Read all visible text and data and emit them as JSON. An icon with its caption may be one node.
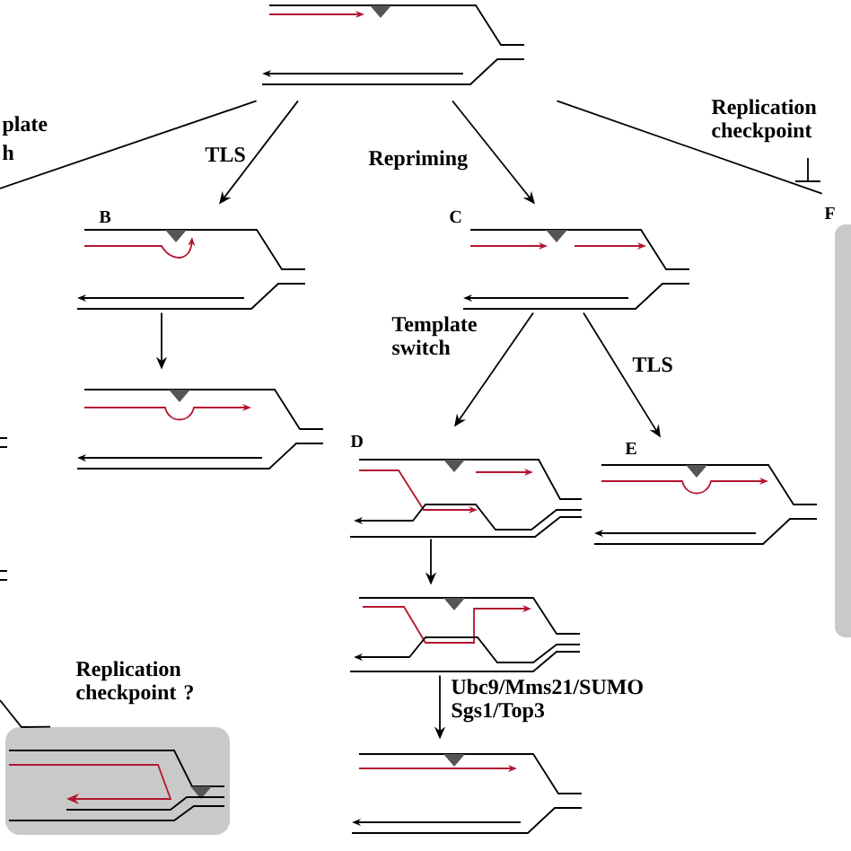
{
  "diagram": {
    "nodes": [
      {
        "text": [],
        "shape": "picture"
      },
      {
        "text": [
          "B"
        ]
      },
      {
        "text": [
          "C"
        ]
      },
      {
        "text": [],
        "shape": "picture"
      },
      {
        "text": [
          "D"
        ]
      },
      {
        "text": [
          "E"
        ]
      },
      {
        "text": [],
        "shape": "picture"
      },
      {
        "text": [],
        "shape": "picture"
      },
      {
        "text": [
          "F"
        ]
      },
      {
        "text": [],
        "shape": "picture"
      }
    ],
    "edges": [
      {
        "from": 0,
        "to": 1,
        "arrow": "to",
        "label": "TLS"
      },
      {
        "from": 0,
        "to": 2,
        "arrow": "to",
        "label": "Repriming"
      },
      {
        "from": 0,
        "to": 8,
        "arrow": "none"
      },
      {
        "from": 0,
        "to": null,
        "arrow": "none"
      },
      {
        "from": 1,
        "to": 3,
        "arrow": "to"
      },
      {
        "from": 2,
        "to": 4,
        "arrow": "to",
        "label": "Template switch"
      },
      {
        "from": 2,
        "to": 5,
        "arrow": "to",
        "label": "TLS"
      },
      {
        "from": 4,
        "to": 6,
        "arrow": "to"
      },
      {
        "from": 6,
        "to": 7,
        "arrow": "to",
        "label": "Ubc9/Mms21/SUMO Sgs1/Top3"
      },
      {
        "from": null,
        "to": 9,
        "arrow": "none"
      }
    ],
    "labels": [
      "plate",
      "h",
      "Replication checkpoint",
      "Replication checkpoint ?"
    ]
  }
}
